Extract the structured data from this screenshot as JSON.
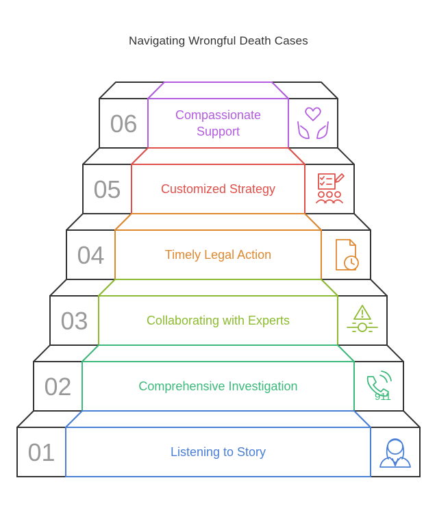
{
  "title": "Navigating Wrongful Death Cases",
  "colors": {
    "outline": "#333333",
    "number": "#999999",
    "step_01": "#4a7fd6",
    "step_02": "#3bb97a",
    "step_03": "#8dbb30",
    "step_04": "#e0882f",
    "step_05": "#e0504a",
    "step_06": "#b35ce0"
  },
  "steps": [
    {
      "number": "01",
      "lines": [
        "Listening to Story"
      ],
      "color": "#4a7fd6",
      "icon": "judge-icon"
    },
    {
      "number": "02",
      "lines": [
        "Comprehensive Investigation"
      ],
      "color": "#3bb97a",
      "icon": "phone-911-icon",
      "icon_text": "911"
    },
    {
      "number": "03",
      "lines": [
        "Collaborating with Experts"
      ],
      "color": "#8dbb30",
      "icon": "warning-connection-icon"
    },
    {
      "number": "04",
      "lines": [
        "Timely Legal Action"
      ],
      "color": "#e0882f",
      "icon": "document-clock-icon"
    },
    {
      "number": "05",
      "lines": [
        "Customized Strategy"
      ],
      "color": "#e0504a",
      "icon": "team-checklist-icon"
    },
    {
      "number": "06",
      "lines": [
        "Compassionate",
        "Support"
      ],
      "color": "#b35ce0",
      "icon": "heart-hands-icon"
    }
  ]
}
